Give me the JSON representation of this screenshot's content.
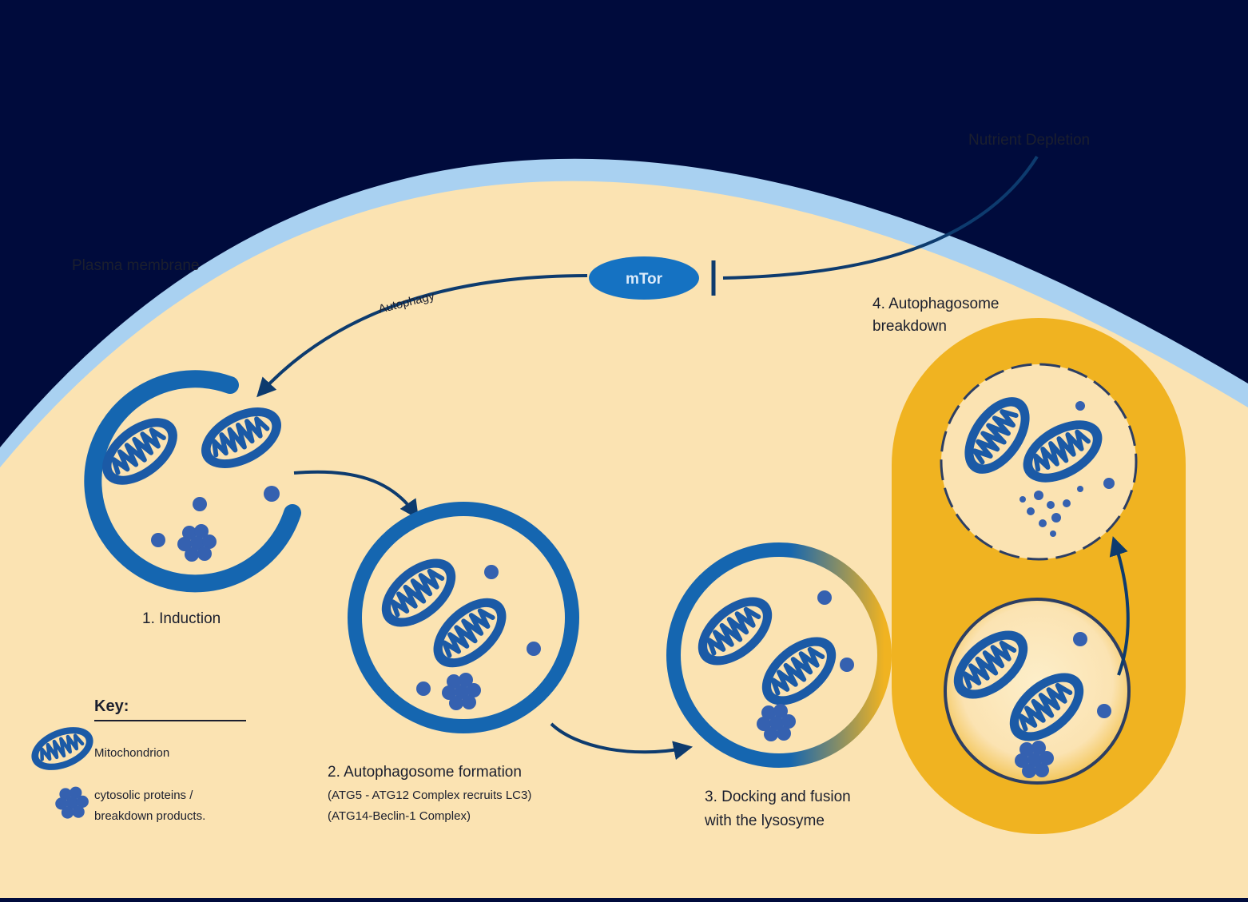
{
  "colors": {
    "background": "#000b3c",
    "cytoplasm": "#fbe3b2",
    "membrane": "#a9d1f1",
    "vesicle_blue": "#1566b0",
    "lysosome_gold": "#f0b321",
    "text": "#1b1f2e"
  },
  "labels": {
    "plasma_membrane": "Plasma membrane",
    "nutrient_depletion": "Nutrient Depletion",
    "mtor": "mTor",
    "autophagy": "Autophagy",
    "step1": "1. Induction",
    "step2_line1": "2. Autophagosome formation",
    "step2_line2": "(ATG5 - ATG12 Complex recruits LC3)",
    "step2_line3": "(ATG14-Beclin-1 Complex)",
    "step3_line1": "3. Docking and fusion",
    "step3_line2": "with the lysosyme",
    "step4_line1": "4. Autophagosome",
    "step4_line2": "breakdown"
  },
  "key": {
    "title": "Key:",
    "mitochondrion": "Mitochondrion",
    "proteins_line1": "cytosolic proteins /",
    "proteins_line2": "breakdown products."
  },
  "icons": {
    "mitochondrion": "mitochondrion-icon",
    "protein_cluster": "protein-cluster-icon",
    "inhibition": "inhibition-bar-icon"
  }
}
